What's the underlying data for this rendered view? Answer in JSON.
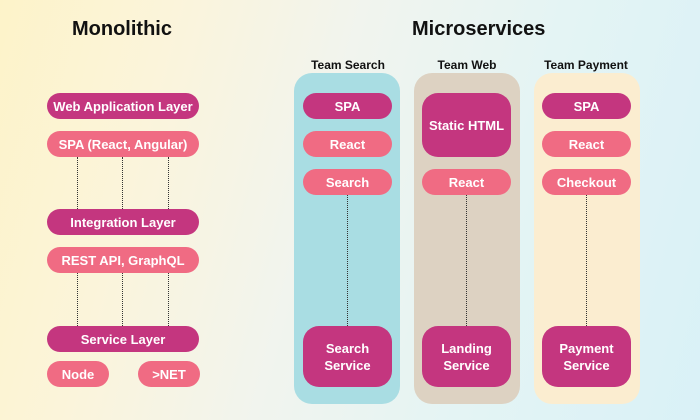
{
  "monolithic": {
    "title": "Monolithic",
    "web_app_layer": "Web Application Layer",
    "spa": "SPA (React, Angular)",
    "integration_layer": "Integration Layer",
    "rest_api": "REST API, GraphQL",
    "service_layer": "Service Layer",
    "node": "Node",
    "net": ">NET"
  },
  "microservices": {
    "title": "Microservices",
    "team_search": {
      "name": "Team Search",
      "items": [
        "SPA",
        "React",
        "Search"
      ],
      "service": "Search Service"
    },
    "team_web": {
      "name": "Team Web",
      "items": [
        "Static HTML",
        "React"
      ],
      "service": "Landing Service"
    },
    "team_payment": {
      "name": "Team Payment",
      "items": [
        "SPA",
        "React",
        "Checkout"
      ],
      "service": "Payment Service"
    }
  },
  "colors": {
    "magenta": "#c4367f",
    "pink": "#f06b83",
    "team_search_bg": "#a9dde3",
    "team_web_bg": "#ddd2c2",
    "team_payment_bg": "#fbedd0"
  }
}
